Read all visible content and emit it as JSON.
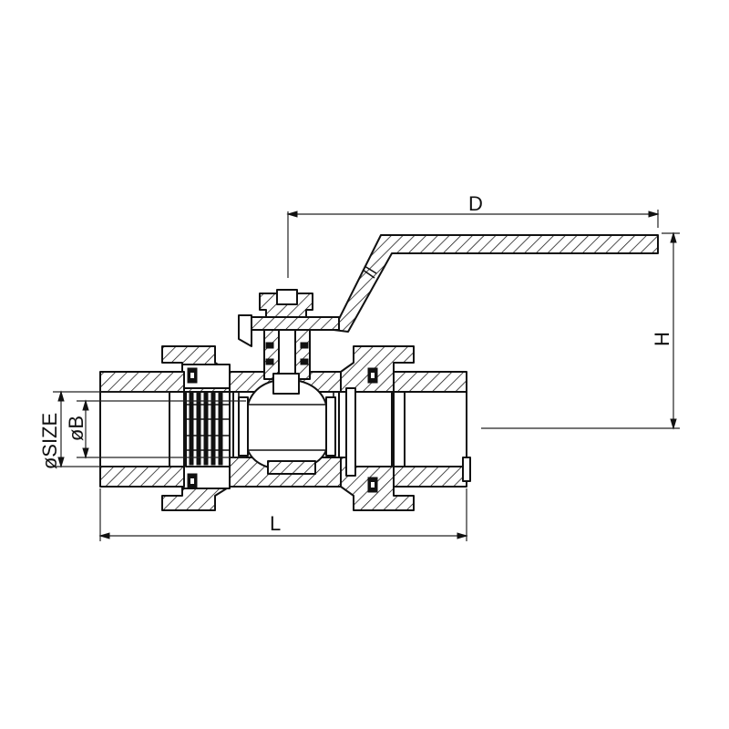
{
  "dimensions": {
    "d": "D",
    "h": "H",
    "l": "L",
    "size": "øSIZE",
    "b": "øB"
  }
}
